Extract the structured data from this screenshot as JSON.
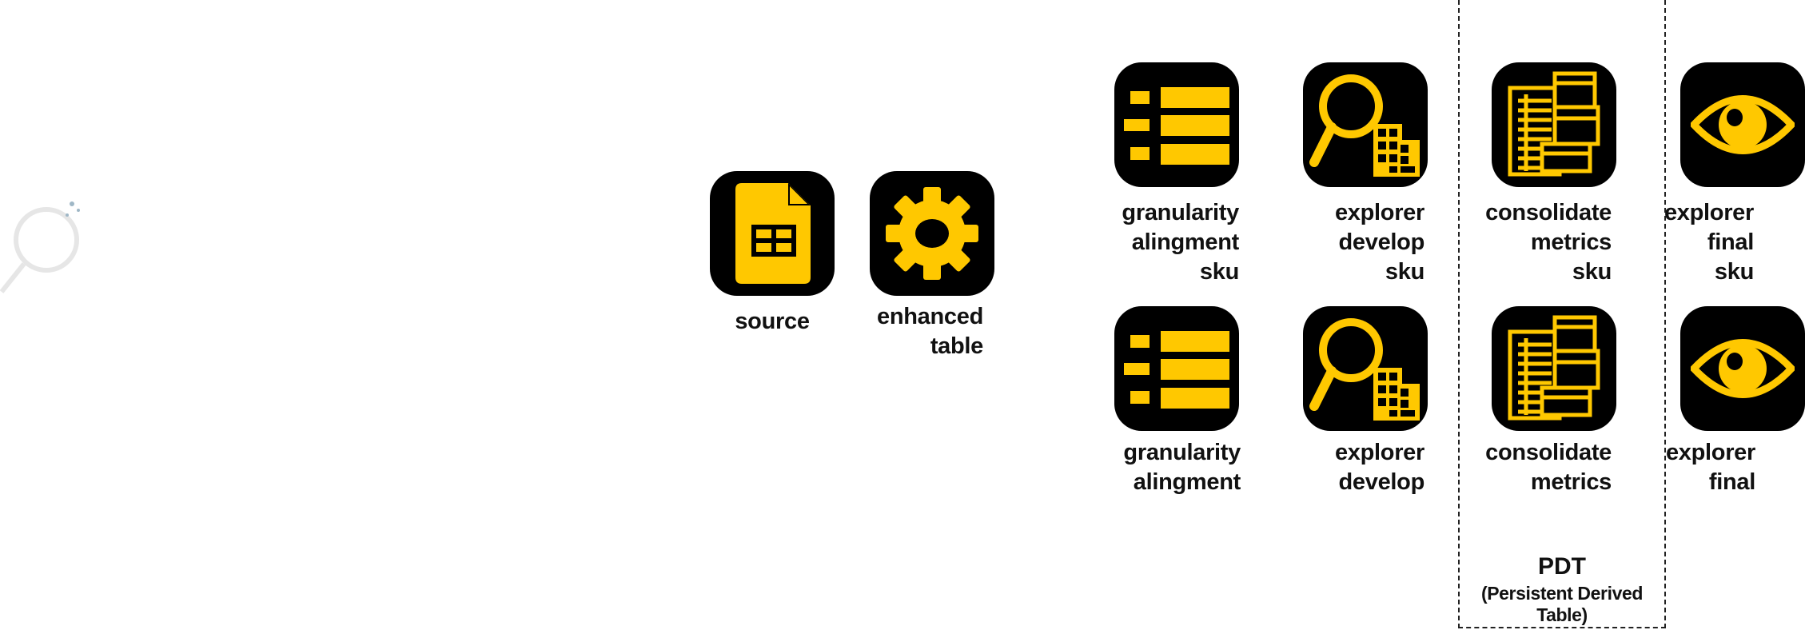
{
  "colors": {
    "accent": "#FFC800",
    "tile": "#000000"
  },
  "nodes": [
    {
      "id": "source",
      "label": "source",
      "icon": "sheets-icon"
    },
    {
      "id": "enhanced",
      "label": "enhanced\ntable",
      "icon": "gear-icon"
    },
    {
      "id": "gran_sku",
      "label": "granularity\nalingment\nsku",
      "icon": "list-icon"
    },
    {
      "id": "expl_dev_sku",
      "label": "explorer\ndevelop\nsku",
      "icon": "search-table-icon"
    },
    {
      "id": "cons_sku",
      "label": "consolidate\nmetrics\nsku",
      "icon": "consolidate-icon"
    },
    {
      "id": "expl_final_sku",
      "label": "explorer\nfinal\nsku",
      "icon": "eye-icon"
    },
    {
      "id": "gran",
      "label": "granularity\nalingment",
      "icon": "list-icon"
    },
    {
      "id": "expl_dev",
      "label": "explorer\ndevelop",
      "icon": "search-table-icon"
    },
    {
      "id": "cons",
      "label": "consolidate\nmetrics",
      "icon": "consolidate-icon"
    },
    {
      "id": "expl_final",
      "label": "explorer\nfinal",
      "icon": "eye-icon"
    }
  ],
  "pdt_group": {
    "title": "PDT",
    "subtitle": "(Persistent Derived Table)"
  }
}
